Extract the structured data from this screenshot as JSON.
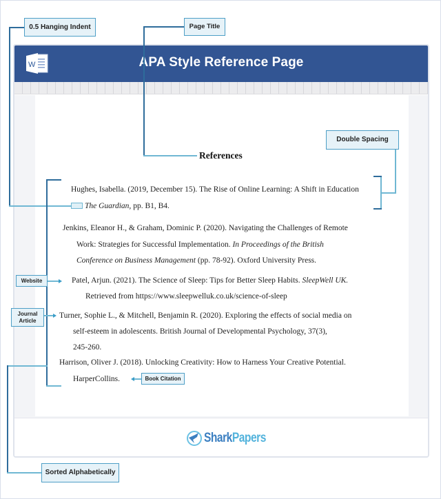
{
  "window": {
    "app_icon": "word-icon",
    "title": "APA Style Reference Page"
  },
  "document": {
    "heading": "References",
    "entries": [
      {
        "type": "newspaper",
        "lines": [
          {
            "text": "Hughes, Isabella. (2019, December 15). The Rise of Online Learning: A Shift in Education"
          },
          {
            "italic": "The Guardian,",
            "text": " pp. B1, B4."
          }
        ]
      },
      {
        "type": "conference",
        "lines": [
          {
            "text": "Jenkins, Eleanor H., & Graham, Dominic P. (2020). Navigating the Challenges of Remote"
          },
          {
            "text": "Work: Strategies for Successful Implementation. ",
            "italic": "In Proceedings of the British"
          },
          {
            "italic": "Conference on Business Management",
            "text": " (pp. 78-92). Oxford University Press."
          }
        ]
      },
      {
        "type": "website",
        "lines": [
          {
            "text": "Patel, Arjun. (2021). The Science of Sleep: Tips for Better Sleep Habits. ",
            "italic": "SleepWell UK."
          },
          {
            "text": "Retrieved from https://www.sleepwelluk.co.uk/science-of-sleep"
          }
        ]
      },
      {
        "type": "journal",
        "lines": [
          {
            "text": "Turner, Sophie L., & Mitchell, Benjamin R. (2020). Exploring the effects of social media on"
          },
          {
            "text": "self-esteem in adolescents. British Journal of Developmental Psychology, 37(3),"
          },
          {
            "text": "245-260."
          }
        ]
      },
      {
        "type": "book",
        "lines": [
          {
            "text": "Harrison, Oliver J. (2018). Unlocking Creativity: How to Harness Your Creative Potential."
          },
          {
            "text": "HarperCollins."
          }
        ]
      }
    ]
  },
  "callouts": {
    "hanging_indent": "0.5 Hanging Indent",
    "page_title": "Page Title",
    "double_spacing": "Double Spacing",
    "website": "Website",
    "journal_article_1": "Journal",
    "journal_article_2": "Article",
    "book_citation": "Book Citation",
    "sorted_alphabetically": "Sorted Alphabetically"
  },
  "footer": {
    "logo_part1": "Shark",
    "logo_part2": "Papers"
  },
  "colors": {
    "titlebar": "#325593",
    "callout_fill": "#e6f2f8",
    "callout_border": "#4d9ec6",
    "connector": "#6fb7d3",
    "logo_dark": "#3b7fc1",
    "logo_light": "#53b3dc"
  }
}
